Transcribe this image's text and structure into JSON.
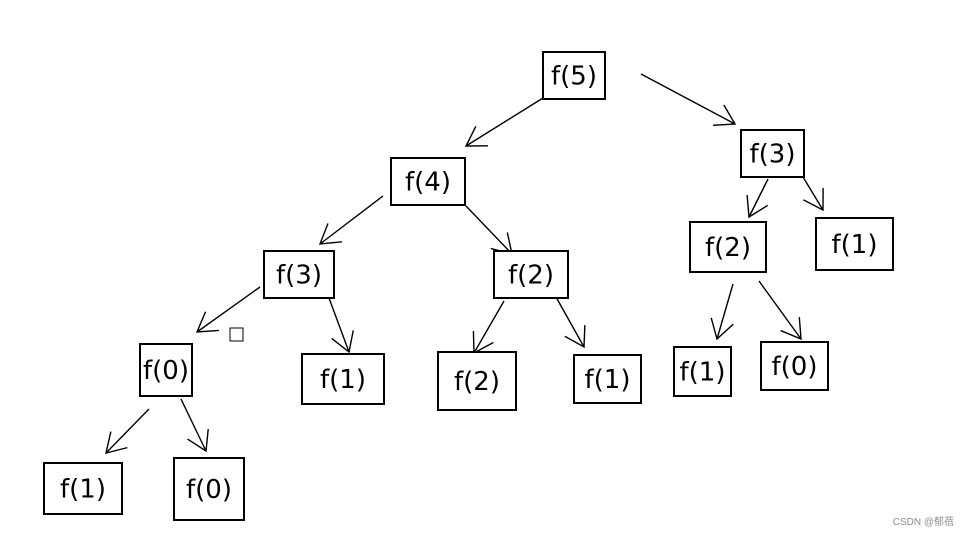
{
  "diagram": {
    "nodes": [
      {
        "id": "n1",
        "label": "f(5)"
      },
      {
        "id": "n2",
        "label": "f(4)"
      },
      {
        "id": "n3",
        "label": "f(3)"
      },
      {
        "id": "n4",
        "label": "f(3)"
      },
      {
        "id": "n5",
        "label": "f(2)"
      },
      {
        "id": "n6",
        "label": "f(1)"
      },
      {
        "id": "n7",
        "label": "f(2)"
      },
      {
        "id": "n8",
        "label": "f(1)"
      },
      {
        "id": "n9",
        "label": "f(0)"
      },
      {
        "id": "n10",
        "label": "f(2)"
      },
      {
        "id": "n11",
        "label": "f(1)"
      },
      {
        "id": "n12",
        "label": "f(1)"
      },
      {
        "id": "n13",
        "label": "f(0)"
      },
      {
        "id": "n14",
        "label": "f(1)"
      },
      {
        "id": "n15",
        "label": "f(0)"
      }
    ],
    "edges": [
      {
        "from": "n1",
        "to": "n2"
      },
      {
        "from": "n1",
        "to": "n3"
      },
      {
        "from": "n2",
        "to": "n4"
      },
      {
        "from": "n2",
        "to": "n5"
      },
      {
        "from": "n3",
        "to": "n6"
      },
      {
        "from": "n3",
        "to": "n7"
      },
      {
        "from": "n4",
        "to": "n8"
      },
      {
        "from": "n4",
        "to": "n9"
      },
      {
        "from": "n5",
        "to": "n10"
      },
      {
        "from": "n5",
        "to": "n11"
      },
      {
        "from": "n7",
        "to": "n12"
      },
      {
        "from": "n7",
        "to": "n13"
      },
      {
        "from": "n9",
        "to": "n14"
      },
      {
        "from": "n9",
        "to": "n15"
      }
    ]
  },
  "watermark": "CSDN @郁蓓"
}
